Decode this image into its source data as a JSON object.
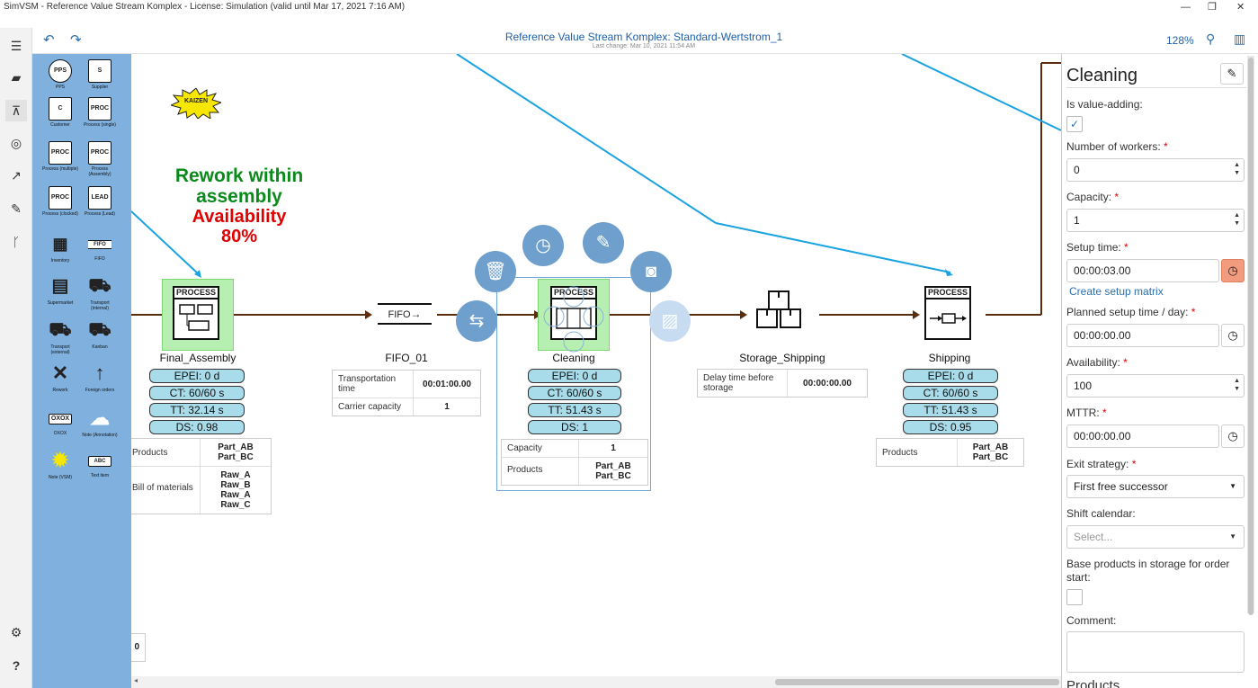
{
  "window": {
    "title": "SimVSM - Reference Value Stream Komplex - License: Simulation (valid until Mar 17, 2021 7:16 AM)",
    "controls": [
      "—",
      "❐",
      "✕"
    ]
  },
  "toolbar": {
    "doc_title": "Reference Value Stream Komplex: Standard-Wertstrom_1",
    "doc_subtitle": "Last change: Mar 10, 2021 11:54 AM",
    "zoom": "128%"
  },
  "palette": {
    "items": [
      {
        "label": "PPS",
        "icon": "PPS"
      },
      {
        "label": "Supplier",
        "icon": "S"
      },
      {
        "label": "Customer",
        "icon": "C"
      },
      {
        "label": "Process (single)",
        "icon": "PROC"
      },
      {
        "label": "Process (multiple)",
        "icon": "PROC"
      },
      {
        "label": "Process (Assembly)",
        "icon": "PROC"
      },
      {
        "label": "Process (clocked)",
        "icon": "PROC"
      },
      {
        "label": "Process (Lead)",
        "icon": "LEAD"
      },
      {
        "label": "Inventory",
        "icon": "▦"
      },
      {
        "label": "FIFO",
        "icon": "FIFO"
      },
      {
        "label": "Supermarket",
        "icon": "▤"
      },
      {
        "label": "Transport (internal)",
        "icon": "⛟"
      },
      {
        "label": "Transport (external)",
        "icon": "⛟"
      },
      {
        "label": "Kanban",
        "icon": "⛟"
      },
      {
        "label": "Rework",
        "icon": "✕"
      },
      {
        "label": "Foreign orders",
        "icon": "↑"
      },
      {
        "label": "OXOX",
        "icon": "OXOX"
      },
      {
        "label": "Note (Annotation)",
        "icon": "☁"
      },
      {
        "label": "Note (VSM)",
        "icon": "✹"
      },
      {
        "label": "Text item",
        "icon": "ABC"
      }
    ]
  },
  "canvas": {
    "kaizen_label": "KAIZEN",
    "note_line1": "Rework within",
    "note_line2": "assembly",
    "note_line3": "Availability",
    "note_line4": "80%",
    "fifo_icon_label": "FIFO",
    "final_assembly": {
      "process_header": "PROCESS",
      "name": "Final_Assembly",
      "epei": "EPEI: 0 d",
      "ct": "CT: 60/60 s",
      "tt": "TT: 32.14 s",
      "ds": "DS: 0.98",
      "products_label": "Products",
      "products": [
        "Part_AB",
        "Part_BC"
      ],
      "bom_label": "Bill of materials",
      "bom": [
        "Raw_A",
        "Raw_B",
        "Raw_A",
        "Raw_C"
      ]
    },
    "fifo": {
      "name": "FIFO_01",
      "transport_label": "Transportation time",
      "transport_value": "00:01:00.00",
      "carrier_label": "Carrier capacity",
      "carrier_value": "1"
    },
    "cleaning": {
      "process_header": "PROCESS",
      "name": "Cleaning",
      "epei": "EPEI: 0 d",
      "ct": "CT: 60/60 s",
      "tt": "TT: 51.43 s",
      "ds": "DS: 1",
      "capacity_label": "Capacity",
      "capacity_value": "1",
      "products_label": "Products",
      "products": [
        "Part_AB",
        "Part_BC"
      ]
    },
    "storage": {
      "name": "Storage_Shipping",
      "delay_label": "Delay time before storage",
      "delay_value": "00:00:00.00"
    },
    "shipping": {
      "process_header": "PROCESS",
      "name": "Shipping",
      "epei": "EPEI: 0 d",
      "ct": "CT: 60/60 s",
      "tt": "TT: 51.43 s",
      "ds": "DS: 0.95",
      "products_label": "Products",
      "products": [
        "Part_AB",
        "Part_BC"
      ]
    },
    "stub_value": "0"
  },
  "panel": {
    "title": "Cleaning",
    "value_adding_label": "Is value-adding:",
    "value_adding_checked": true,
    "workers_label": "Number of workers:",
    "workers_value": "0",
    "capacity_label": "Capacity:",
    "capacity_value": "1",
    "setup_label": "Setup time:",
    "setup_value": "00:00:03.00",
    "setup_matrix_link": "Create setup matrix",
    "planned_setup_label": "Planned setup time / day:",
    "planned_setup_value": "00:00:00.00",
    "availability_label": "Availability:",
    "availability_value": "100",
    "mttr_label": "MTTR:",
    "mttr_value": "00:00:00.00",
    "exit_label": "Exit strategy:",
    "exit_value": "First free successor",
    "shift_label": "Shift calendar:",
    "shift_placeholder": "Select...",
    "base_products_label": "Base products in storage for order start:",
    "comment_label": "Comment:",
    "products_heading": "Products"
  },
  "colors": {
    "palette_bg": "#7fb0de",
    "stat_fill": "#a9dceb",
    "flow_line": "#5a2d0c",
    "info_line": "#1aa3e0",
    "rework_text": "#0a8a1a",
    "availability_text": "#e00000",
    "setup_clock_btn": "#f29b7e"
  }
}
